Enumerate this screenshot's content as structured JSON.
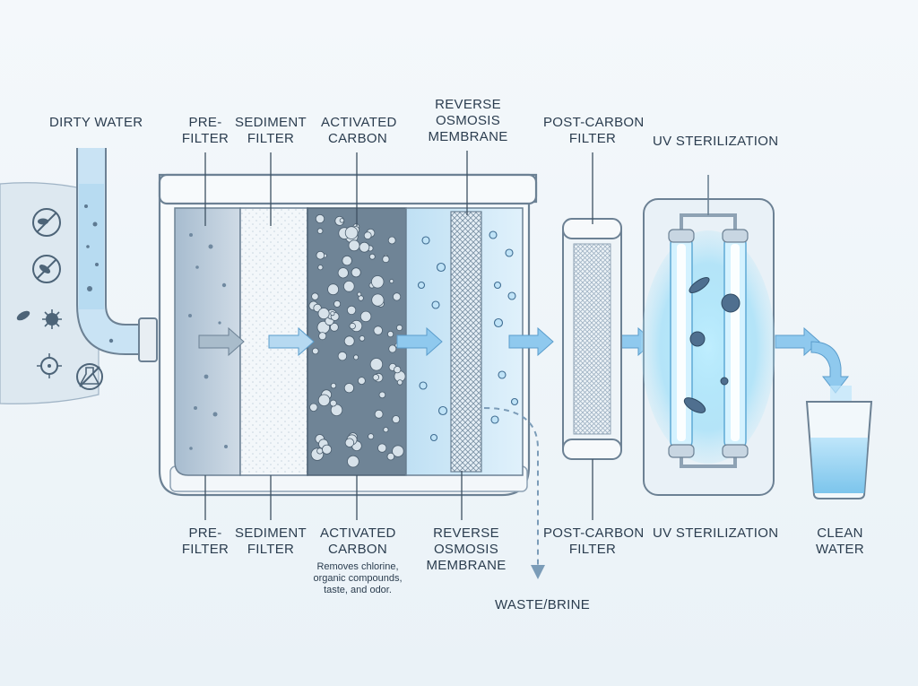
{
  "labels": {
    "dirty_water": "DIRTY WATER",
    "top": {
      "prefilter": [
        "PRE-",
        "FILTER"
      ],
      "sediment": [
        "SEDIMENT",
        "FILTER"
      ],
      "carbon": [
        "ACTIVATED",
        "CARBON"
      ],
      "ro": [
        "REVERSE",
        "OSMOSIS",
        "MEMBRANE"
      ],
      "postcarbon": [
        "POST-CARBON",
        "FILTER"
      ],
      "uv": "UV STERILIZATION"
    },
    "bottom": {
      "prefilter": [
        "PRE-",
        "FILTER"
      ],
      "sediment": [
        "SEDIMENT",
        "FILTER"
      ],
      "carbon": [
        "ACTIVATED",
        "CARBON"
      ],
      "carbon_note": [
        "Removes chlorine,",
        "organic compounds,",
        "taste, and odor."
      ],
      "ro": [
        "REVERSE",
        "OSMOSIS",
        "MEMBRANE"
      ],
      "postcarbon": [
        "POST-CARBON",
        "FILTER"
      ],
      "uv": "UV STERILIZATION",
      "clean": [
        "CLEAN",
        "WATER"
      ]
    },
    "waste": "WASTE/BRINE"
  },
  "colors": {
    "outline": "#6c8194",
    "arrow": "#5fb0e6",
    "prefilter": "#b7c8d8",
    "sediment": "#f2f5f7",
    "carbon": "#6f8496",
    "ro": "#cfe8f7",
    "uv_glow": "#7fd8ff",
    "water": "#8fd0f2"
  },
  "icons": [
    "bacteria-icon",
    "virus-icon",
    "chemical-flask-icon",
    "microbe-icon"
  ]
}
